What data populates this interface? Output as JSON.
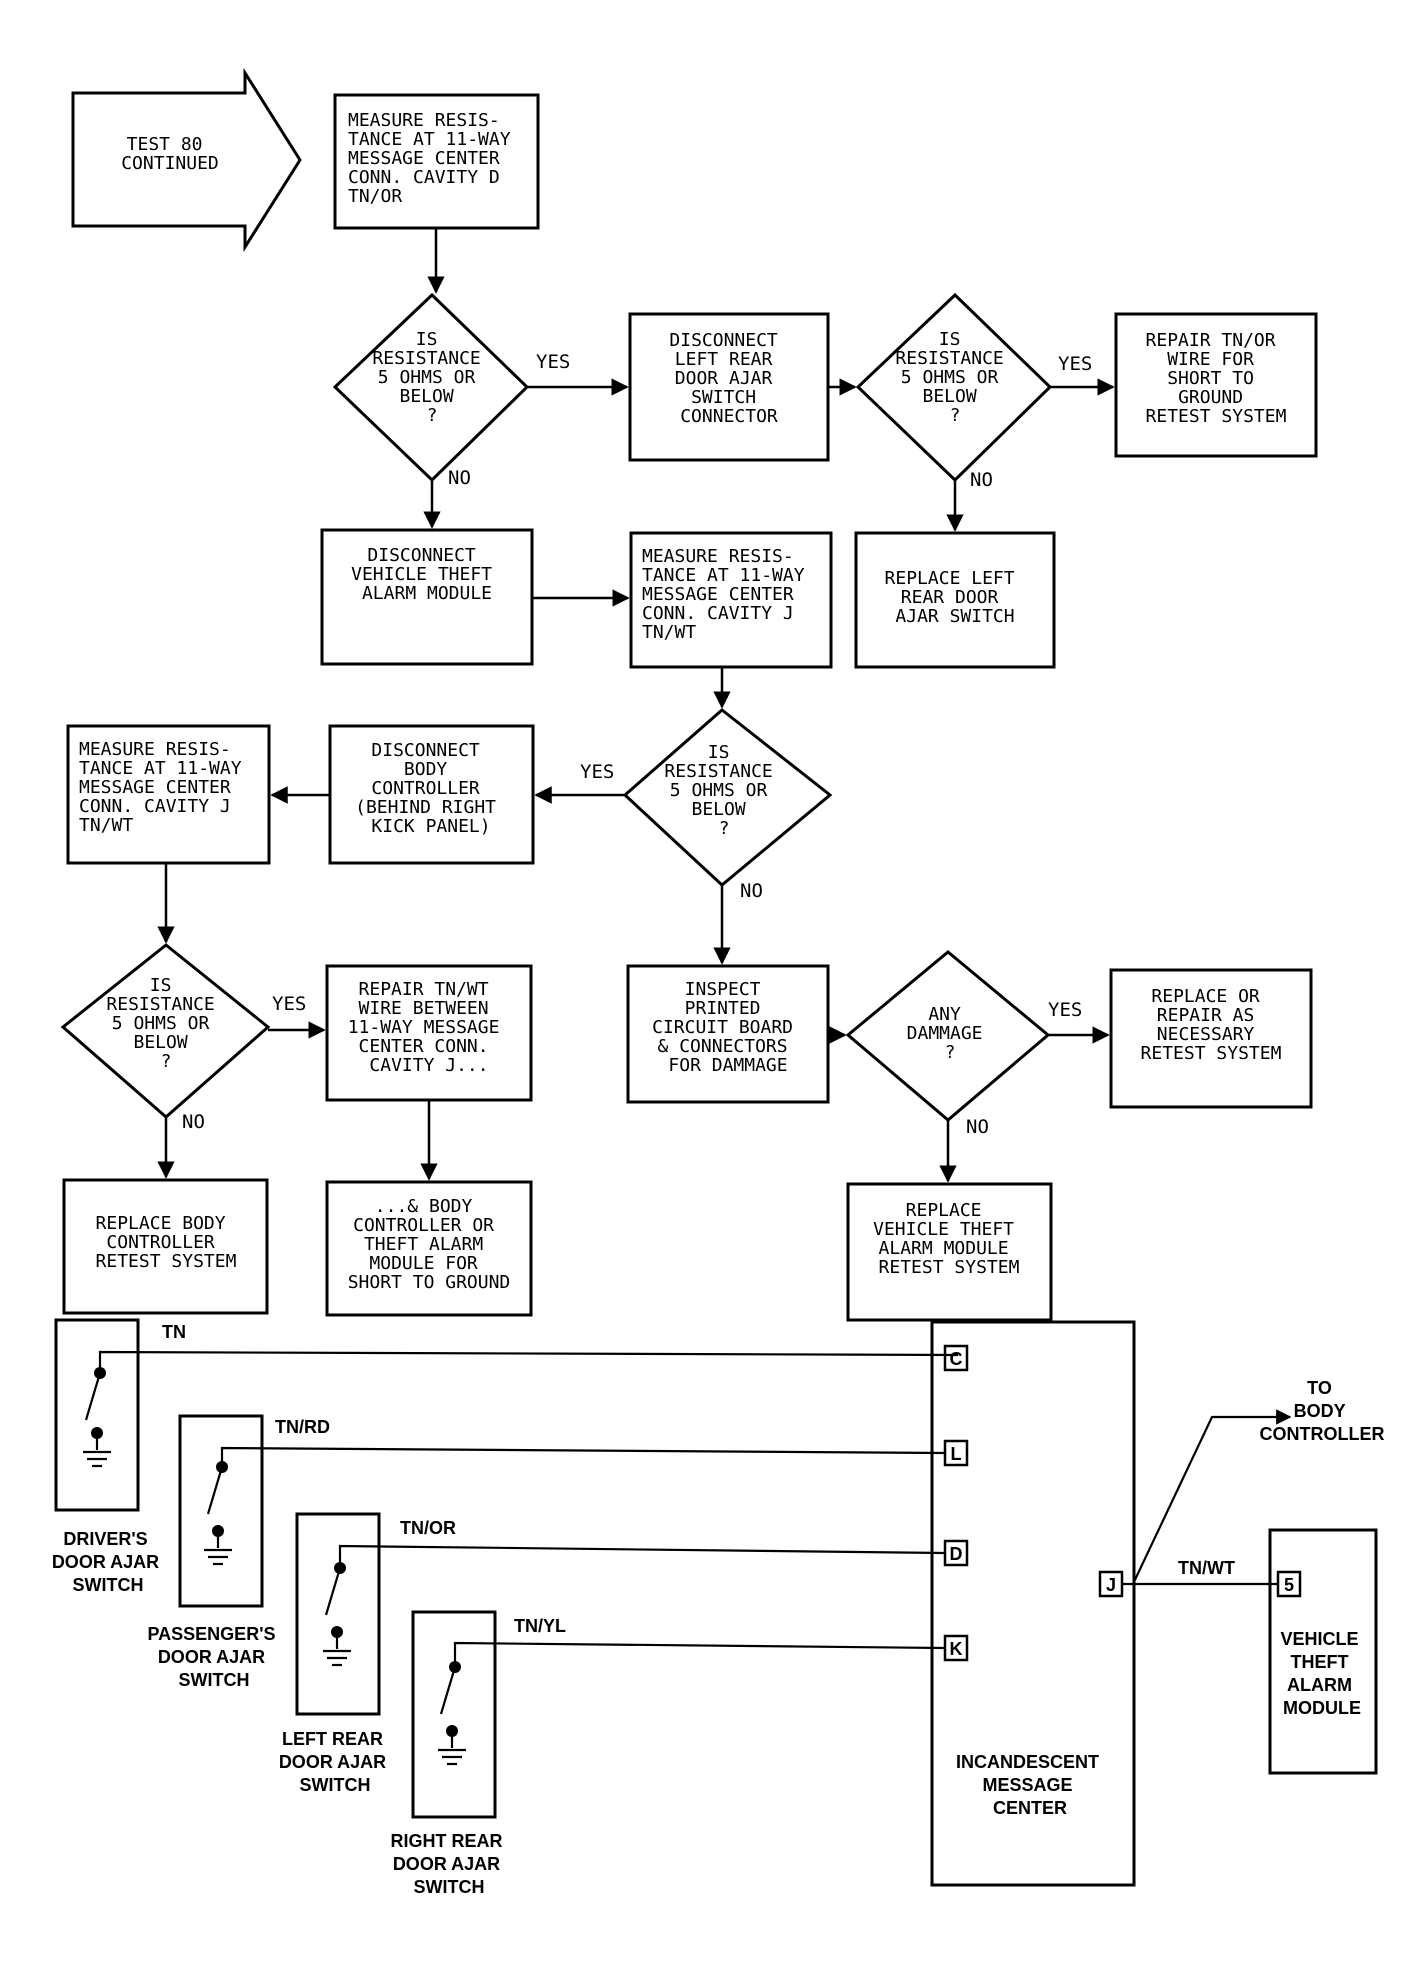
{
  "flow": {
    "start": [
      "TEST 80",
      "CONTINUED"
    ],
    "b1": [
      "MEASURE RESIS-",
      "TANCE AT 11-WAY",
      "MESSAGE CENTER",
      "CONN. CAVITY D",
      " TN/OR"
    ],
    "d1": [
      "IS",
      "RESISTANCE",
      "5 OHMS OR",
      "BELOW",
      "?"
    ],
    "b2": [
      "DISCONNECT",
      "LEFT REAR",
      "DOOR AJAR",
      "SWITCH",
      "CONNECTOR"
    ],
    "d2": [
      "IS",
      "RESISTANCE",
      "5 OHMS OR",
      "BELOW",
      "?"
    ],
    "b3": [
      "REPAIR TN/OR",
      "WIRE FOR",
      "SHORT TO",
      "GROUND",
      "RETEST SYSTEM"
    ],
    "b4": [
      "DISCONNECT",
      "VEHICLE THEFT",
      "ALARM MODULE"
    ],
    "b5": [
      "MEASURE RESIS-",
      "TANCE AT 11-WAY",
      "MESSAGE CENTER",
      "CONN. CAVITY J",
      " TN/WT"
    ],
    "b6": [
      "REPLACE LEFT",
      "REAR DOOR",
      "AJAR SWITCH"
    ],
    "d3": [
      "IS",
      "RESISTANCE",
      "5 OHMS OR",
      "BELOW",
      "?"
    ],
    "b7": [
      "DISCONNECT",
      "BODY",
      "CONTROLLER",
      "(BEHIND RIGHT",
      "KICK PANEL)"
    ],
    "b8": [
      "MEASURE RESIS-",
      "TANCE AT 11-WAY",
      "MESSAGE CENTER",
      "CONN. CAVITY J",
      " TN/WT"
    ],
    "d4": [
      "IS",
      "RESISTANCE",
      "5 OHMS OR",
      "BELOW",
      "?"
    ],
    "b9": [
      "REPAIR TN/WT",
      "WIRE BETWEEN",
      "11-WAY MESSAGE",
      "CENTER CONN.",
      "CAVITY J..."
    ],
    "b10": [
      "INSPECT",
      "PRINTED",
      "CIRCUIT BOARD",
      "& CONNECTORS",
      "FOR DAMMAGE"
    ],
    "d5": [
      "ANY",
      "DAMMAGE",
      "?"
    ],
    "b11": [
      "REPLACE OR",
      "REPAIR AS",
      "NECESSARY",
      "RETEST SYSTEM"
    ],
    "b12": [
      "REPLACE BODY",
      "CONTROLLER",
      "RETEST SYSTEM"
    ],
    "b13": [
      "...& BODY",
      "CONTROLLER OR",
      "THEFT ALARM",
      "MODULE FOR",
      "SHORT TO GROUND"
    ],
    "b14": [
      "REPLACE",
      "VEHICLE THEFT",
      "ALARM MODULE",
      "RETEST SYSTEM"
    ],
    "yes": "YES",
    "no": "NO"
  },
  "schematic": {
    "wires": [
      "TN",
      "TN/RD",
      "TN/OR",
      "TN/YL",
      "TN/WT"
    ],
    "pins": [
      "C",
      "L",
      "D",
      "K",
      "J",
      "5"
    ],
    "switches": [
      [
        "DRIVER'S",
        "DOOR AJAR",
        "SWITCH"
      ],
      [
        "PASSENGER'S",
        "DOOR AJAR",
        "SWITCH"
      ],
      [
        "LEFT REAR",
        "DOOR AJAR",
        "SWITCH"
      ],
      [
        "RIGHT REAR",
        "DOOR AJAR",
        "SWITCH"
      ]
    ],
    "message_center": [
      "INCANDESCENT",
      "MESSAGE",
      "CENTER"
    ],
    "alarm_module": [
      "VEHICLE",
      "THEFT",
      "ALARM",
      "MODULE"
    ],
    "to_body": [
      "TO",
      "BODY",
      "CONTROLLER"
    ]
  }
}
